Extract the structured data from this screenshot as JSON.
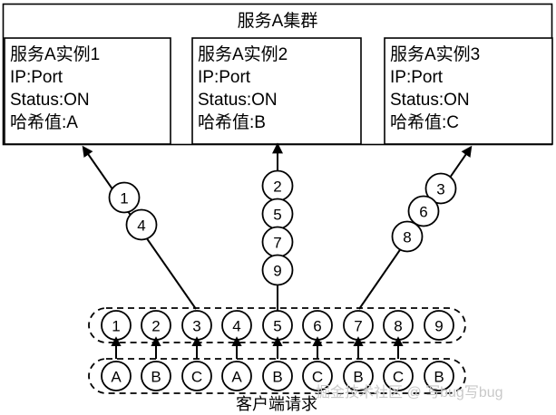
{
  "diagram": {
    "title": "服务A集群",
    "caption": "客户端请求",
    "watermark": "掘金技术社区 @ 写bug写bug"
  },
  "service_instances": [
    {
      "name": "服务A实例1",
      "ip": "IP:Port",
      "status": "Status:ON",
      "hash": "哈希值:A"
    },
    {
      "name": "服务A实例2",
      "ip": "IP:Port",
      "status": "Status:ON",
      "hash": "哈希值:B"
    },
    {
      "name": "服务A实例3",
      "ip": "IP:Port",
      "status": "Status:ON",
      "hash": "哈希值:C"
    }
  ],
  "routing": {
    "to_instance_1": [
      "1",
      "4"
    ],
    "to_instance_2": [
      "2",
      "5",
      "7",
      "9"
    ],
    "to_instance_3": [
      "3",
      "6",
      "8"
    ]
  },
  "request_row": [
    "1",
    "2",
    "3",
    "4",
    "5",
    "6",
    "7",
    "8",
    "9"
  ],
  "hash_row": [
    "A",
    "B",
    "C",
    "A",
    "B",
    "C",
    "B",
    "C",
    "B"
  ],
  "colors": {
    "stroke": "#000000",
    "background": "#ffffff",
    "watermark": "#c9c9c9"
  }
}
